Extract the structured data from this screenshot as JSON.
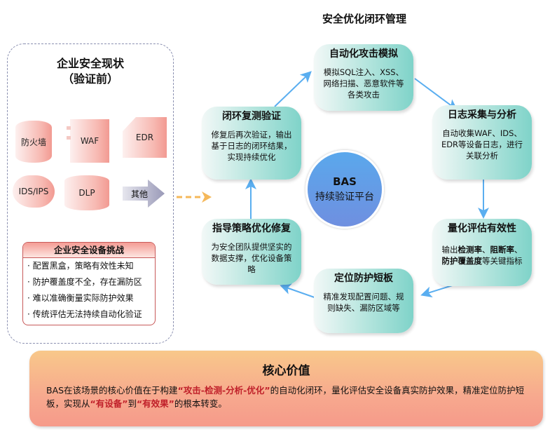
{
  "main_title": "安全优化闭环管理",
  "left_panel": {
    "title_line1": "企业安全现状",
    "title_line2": "（验证前）",
    "devices": [
      {
        "label": "防火墙",
        "shape": "cylinder"
      },
      {
        "label": "WAF",
        "shape": "component"
      },
      {
        "label": "EDR",
        "shape": "card"
      },
      {
        "label": "IDS/IPS",
        "shape": "cloud"
      },
      {
        "label": "DLP",
        "shape": "cylinder"
      },
      {
        "label": "其他",
        "shape": "arrow"
      }
    ],
    "challenges": {
      "title": "企业安全设备挑战",
      "items": [
        "· 配置黑盒，策略有效性未知",
        "· 防护覆盖度不全，存在漏防区",
        "· 难以准确衡量实际防护效果",
        "· 传统评估无法持续自动化验证"
      ]
    }
  },
  "cycle": {
    "center": {
      "title": "BAS",
      "subtitle": "持续验证平台"
    },
    "steps": [
      {
        "title": "自动化攻击模拟",
        "desc": "模拟SQL注入、XSS、网络扫描、恶意软件等各类攻击"
      },
      {
        "title": "日志采集与分析",
        "desc": "自动收集WAF、IDS、EDR等设备日志，进行关联分析"
      },
      {
        "title": "量化评估有效性",
        "desc_parts": [
          "输出",
          "检测率",
          "、",
          "阻断率",
          "、",
          "防护覆盖度",
          "等关键指标"
        ]
      },
      {
        "title": "定位防护短板",
        "desc": "精准发现配置问题、规则缺失、漏防区域等"
      },
      {
        "title": "指导策略优化修复",
        "desc": "为安全团队提供坚实的数据支撑，优化设备策略"
      },
      {
        "title": "闭环复测验证",
        "desc": "修复后再次验证，输出基于日志的闭环结果，实现持续优化"
      }
    ]
  },
  "core_value": {
    "title": "核心价值",
    "text_parts": [
      {
        "t": "BAS在该场景的核心价值在于构建",
        "hl": false
      },
      {
        "t": "“攻击-检测-分析-优化”",
        "hl": true
      },
      {
        "t": "的自动化闭环，量化评估安全设备真实防护效果，精准定位防护短板，实现从",
        "hl": false
      },
      {
        "t": "“有设备”",
        "hl": true
      },
      {
        "t": "到",
        "hl": false
      },
      {
        "t": "“有效果”",
        "hl": true
      },
      {
        "t": "的根本转变。",
        "hl": false
      }
    ]
  },
  "colors": {
    "arrow": "#5aaef0",
    "highlight": "#c0202a",
    "dashed_arrow": "#f5b85a"
  }
}
